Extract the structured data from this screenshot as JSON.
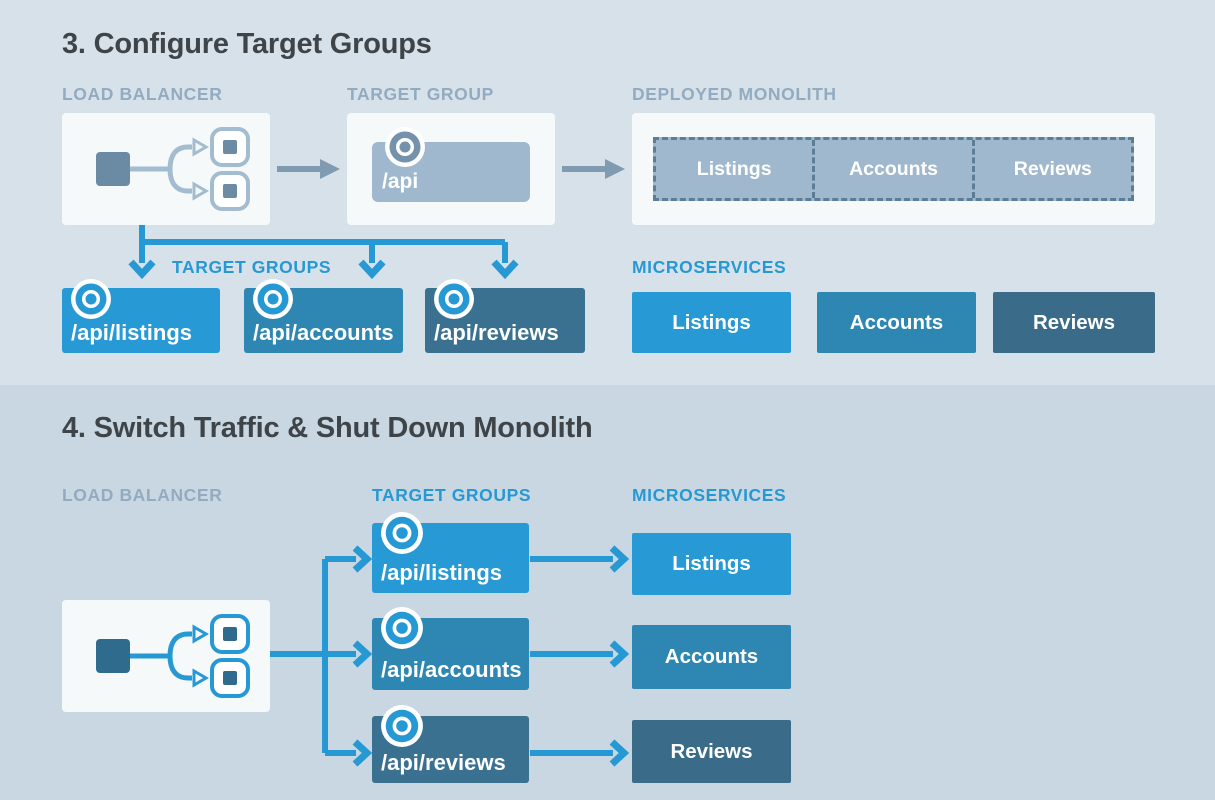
{
  "palette": {
    "accent_blue": "#2699d4",
    "bright_chip_blue": "#2799d5",
    "medium_chip_blue": "#2e86b2",
    "dark_chip_blue": "#3a7190",
    "dark_microservice_blue": "#3a6b89",
    "gray_blue_fill": "#9fb8cd",
    "gray_header": "#93abc0",
    "gray_arrow": "#7f9ab1",
    "title_color": "#3e4448",
    "top_background": "#d6e1ea",
    "bottom_background": "#c9d7e2"
  },
  "section3": {
    "title": "3. Configure Target Groups",
    "load_balancer_label": "LOAD BALANCER",
    "target_group_label": "TARGET GROUP",
    "deployed_monolith_label": "DEPLOYED MONOLITH",
    "target_groups_label": "TARGET GROUPS",
    "microservices_label": "MICROSERVICES",
    "api_label": "/api",
    "monolith_segments": [
      "Listings",
      "Accounts",
      "Reviews"
    ],
    "target_groups": [
      "/api/listings",
      "/api/accounts",
      "/api/reviews"
    ],
    "microservices": [
      "Listings",
      "Accounts",
      "Reviews"
    ]
  },
  "section4": {
    "title": "4. Switch Traffic & Shut Down Monolith",
    "load_balancer_label": "LOAD BALANCER",
    "target_groups_label": "TARGET GROUPS",
    "microservices_label": "MICROSERVICES",
    "target_groups": [
      "/api/listings",
      "/api/accounts",
      "/api/reviews"
    ],
    "microservices": [
      "Listings",
      "Accounts",
      "Reviews"
    ]
  }
}
